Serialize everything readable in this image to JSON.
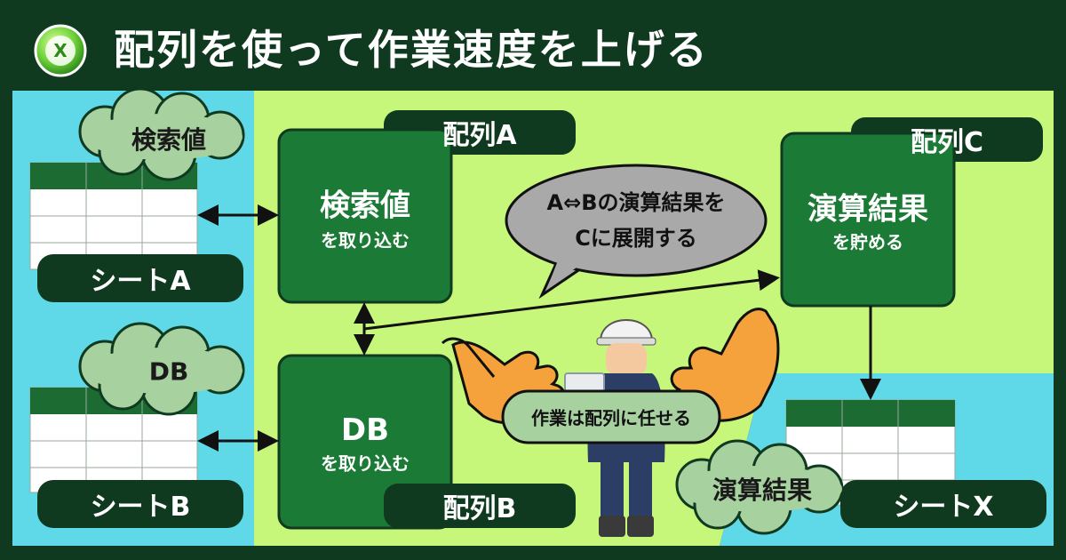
{
  "header": {
    "title": "配列を使って作業速度を上げる",
    "icon": "excel-logo-icon",
    "logo_text": "X"
  },
  "colors": {
    "dark_green": "#0f3a1f",
    "box_green": "#1b7a36",
    "lime": "#c7f77a",
    "cyan": "#5fd9e8",
    "cloud": "#a8d1a0",
    "bubble": "#a9a9a9"
  },
  "sheets": {
    "sheet_a": "シートA",
    "sheet_b": "シートB",
    "sheet_x": "シートX"
  },
  "clouds": {
    "lookup": "検索値",
    "db": "DB",
    "result": "演算結果"
  },
  "arrays": {
    "a": {
      "tag": "配列A",
      "title": "検索値",
      "subtitle": "を取り込む"
    },
    "b": {
      "tag": "配列B",
      "title": "DB",
      "subtitle": "を取り込む"
    },
    "c": {
      "tag": "配列C",
      "title": "演算結果",
      "subtitle": "を貯める"
    }
  },
  "speech_bubble": {
    "line1": "A⇔Bの演算結果を",
    "line2": "Cに展開する"
  },
  "worker_label": "作業は配列に任せる"
}
